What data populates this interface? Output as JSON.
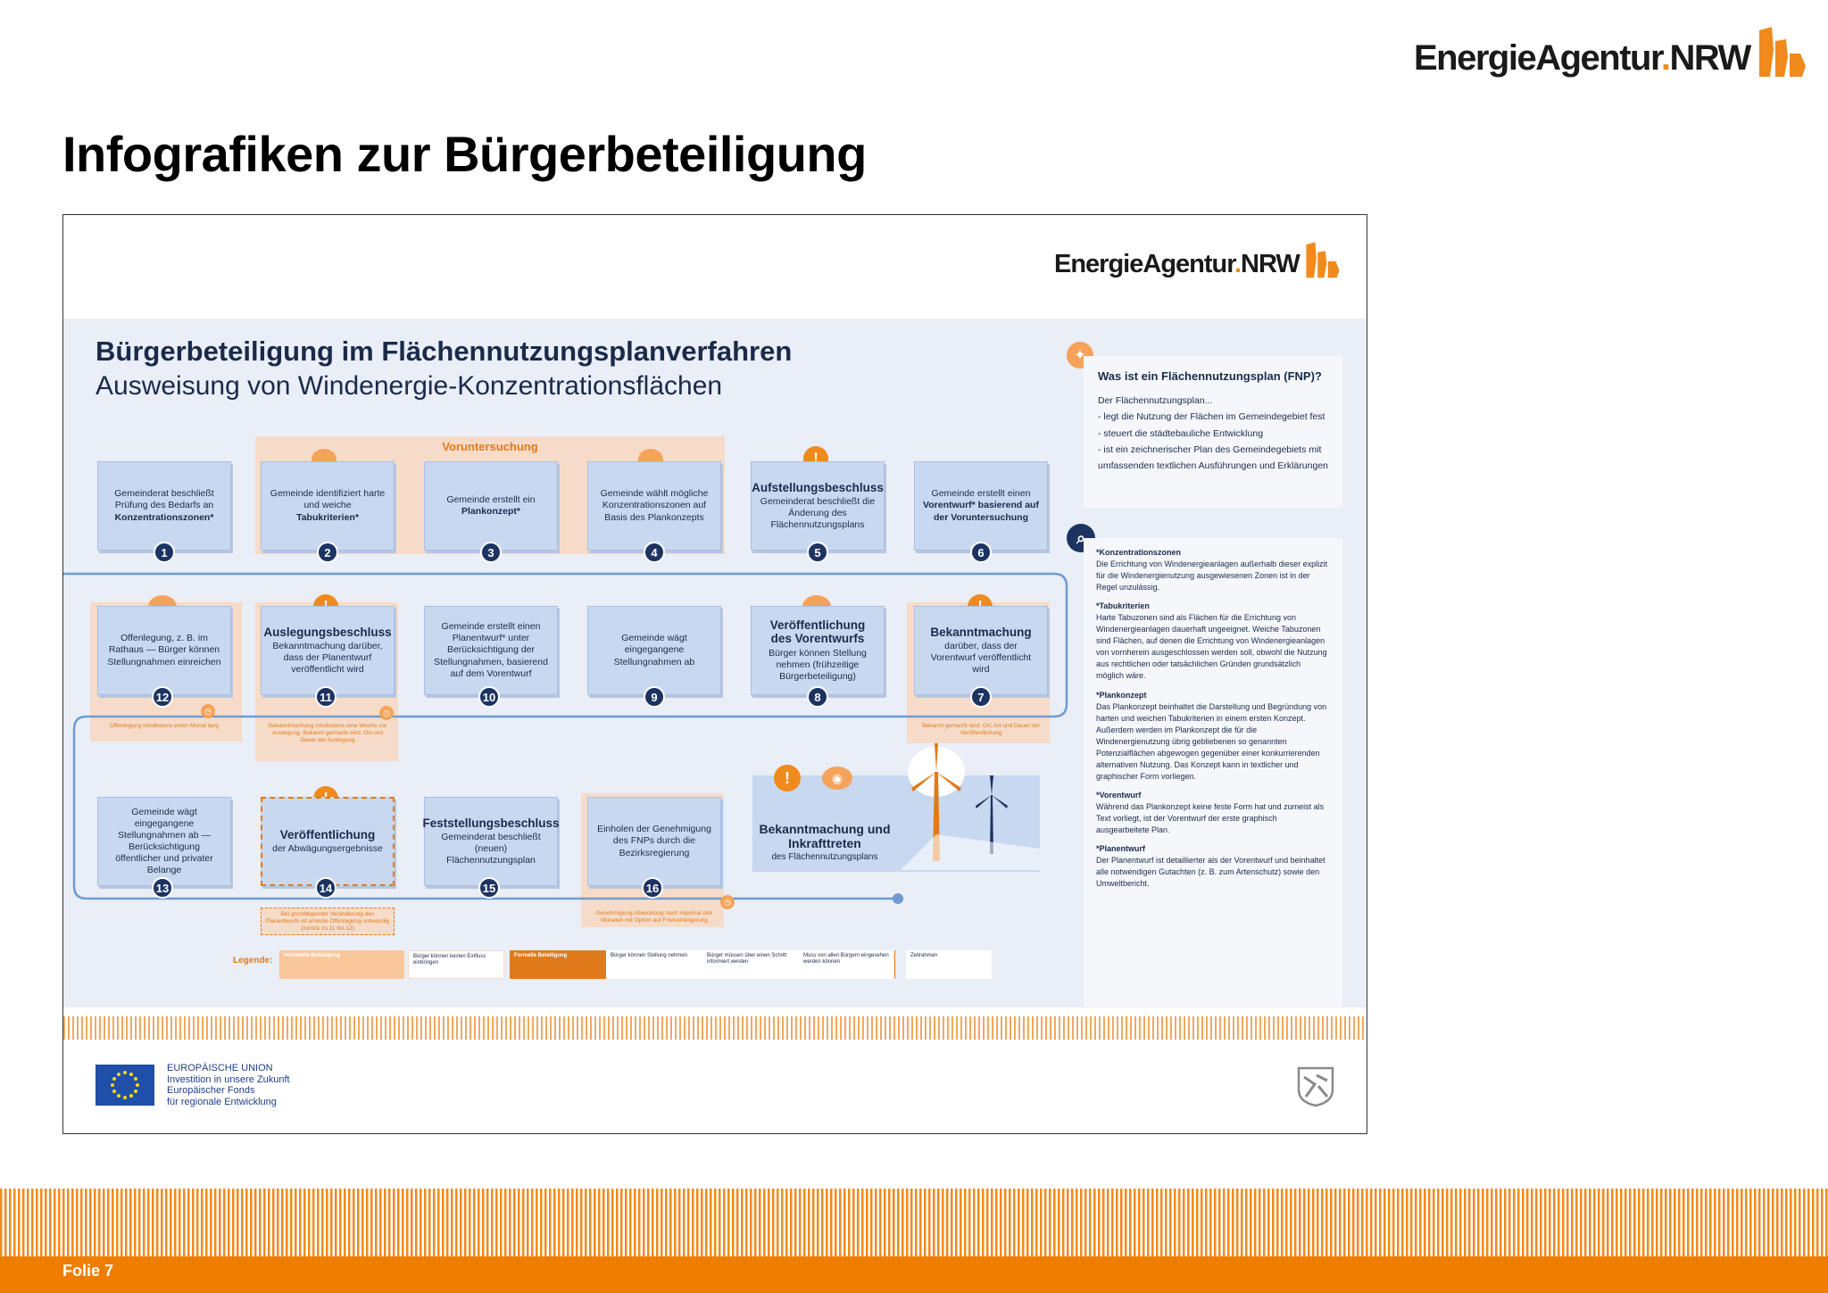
{
  "header": {
    "logo_word": "EnergieAgentur",
    "logo_suffix": "NRW",
    "slide_title": "Infografiken zur Bürgerbeteiligung"
  },
  "infographic": {
    "title": "Bürgerbeteiligung im Flächennutzungsplanverfahren",
    "subtitle": "Ausweisung von Windenergie-Konzentrationsflächen",
    "pre_label": "Voruntersuchung",
    "steps": [
      {
        "n": "1",
        "head": "",
        "text": "Gemeinderat beschließt Prüfung des Bedarfs an",
        "bold": "Konzentrationszonen*"
      },
      {
        "n": "2",
        "head": "",
        "text": "Gemeinde identifiziert harte und weiche",
        "bold": "Tabukriterien*"
      },
      {
        "n": "3",
        "head": "",
        "text": "Gemeinde erstellt ein",
        "bold": "Plankonzept*"
      },
      {
        "n": "4",
        "head": "",
        "text": "Gemeinde wählt mögliche Konzentrationszonen auf Basis des Plankonzepts",
        "bold": ""
      },
      {
        "n": "5",
        "head": "Aufstellungsbeschluss",
        "text": "Gemeinderat beschließt die Änderung des Flächennutzungsplans",
        "bold": ""
      },
      {
        "n": "6",
        "head": "",
        "text": "Gemeinde erstellt einen",
        "bold": "Vorentwurf* basierend auf der Voruntersuchung"
      },
      {
        "n": "7",
        "head": "Bekanntmachung",
        "text": "darüber, dass der Vorentwurf veröffentlicht wird",
        "bold": ""
      },
      {
        "n": "8",
        "head": "Veröffentlichung des Vorentwurfs",
        "text": "Bürger können Stellung nehmen (frühzeitige Bürgerbeteiligung)",
        "bold": ""
      },
      {
        "n": "9",
        "head": "",
        "text": "Gemeinde wägt eingegangene Stellungnahmen ab",
        "bold": ""
      },
      {
        "n": "10",
        "head": "",
        "text": "Gemeinde erstellt einen Planentwurf* unter Berücksichtigung der Stellungnahmen, basierend auf dem Vorentwurf",
        "bold": ""
      },
      {
        "n": "11",
        "head": "Auslegungsbeschluss",
        "text": "Bekanntmachung darüber, dass der Planentwurf veröffentlicht wird",
        "bold": ""
      },
      {
        "n": "12",
        "head": "",
        "text": "Offenlegung, z. B. im Rathaus — Bürger können Stellungnahmen einreichen",
        "bold": ""
      },
      {
        "n": "13",
        "head": "",
        "text": "Gemeinde wägt eingegangene Stellungnahmen ab — Berücksichtigung öffentlicher und privater Belange",
        "bold": ""
      },
      {
        "n": "14",
        "head": "Veröffentlichung",
        "text": "der Abwägungsergebnisse",
        "bold": ""
      },
      {
        "n": "15",
        "head": "Feststellungsbeschluss",
        "text": "Gemeinderat beschließt (neuen) Flächennutzungsplan",
        "bold": ""
      },
      {
        "n": "16",
        "head": "",
        "text": "Einholen der Genehmigung des FNPs durch die Bezirksregierung",
        "bold": ""
      }
    ],
    "notes": {
      "n12": "Offenlegung mindestens einen Monat lang",
      "n11": "Bekanntmachung mindestens eine Woche vor Auslegung. Bekannt gemacht wird: Ort und Dauer der Auslegung",
      "n7": "Bekannt gemacht wird: Ort, Art und Dauer der Veröffentlichung",
      "n14": "Bei grundlegender Veränderung des Planentwurfs ist erneute Offenlegung notwendig (zurück zu 11 bis 12)",
      "n16": "Genehmigung-Abwicklung nach maximal drei Monaten mit Option auf Fristverlängerung"
    },
    "final": {
      "head": "Bekanntmachung und Inkrafttreten",
      "sub": "des Flächennutzungsplans"
    },
    "legend": {
      "label": "Legende:",
      "items": [
        "Informelle Beteiligung",
        "Bürger können keinen Einfluss einbringen",
        "Formelle Beteiligung",
        "Bürger können Stellung nehmen",
        "Bürger müssen über einen Schritt informiert werden",
        "Muss von allen Bürgern eingesehen werden können",
        "Zeitrahmen"
      ]
    },
    "fnp_box": {
      "heading": "Was ist ein Flächennutzungsplan (FNP)?",
      "intro": "Der Flächennutzungsplan...",
      "items": [
        "legt die Nutzung der Flächen im Gemeindegebiet fest",
        "steuert die städtebauliche Entwicklung",
        "ist ein zeichnerischer Plan des Gemeindegebiets mit umfassenden textlichen Ausführungen und Erklärungen"
      ]
    },
    "glossary": [
      {
        "term": "*Konzentrationszonen",
        "text": "Die Errichtung von Windenergieanlagen außerhalb dieser explizit für die Windenergienutzung ausgewiesenen Zonen ist in der Regel unzulässig."
      },
      {
        "term": "*Tabukriterien",
        "text": "Harte Tabuzonen sind als Flächen für die Errichtung von Windenergieanlagen dauerhaft ungeeignet. Weiche Tabuzonen sind Flächen, auf denen die Errichtung von Windenergieanlagen von vornherein ausgeschlossen werden soll, obwohl die Nutzung aus rechtlichen oder tatsächlichen Gründen grundsätzlich möglich wäre."
      },
      {
        "term": "*Plankonzept",
        "text": "Das Plankonzept beinhaltet die Darstellung und Begründung von harten und weichen Tabukriterien in einem ersten Konzept. Außerdem werden im Plankonzept die für die Windenergienutzung übrig gebliebenen so genannten Potenzialflächen abgewogen gegenüber einer konkurrierenden alternativen Nutzung. Das Konzept kann in textlicher und graphischer Form vorliegen."
      },
      {
        "term": "*Vorentwurf",
        "text": "Während das Plankonzept keine feste Form hat und zumeist als Text vorliegt, ist der Vorentwurf der erste graphisch ausgearbeitete Plan."
      },
      {
        "term": "*Planentwurf",
        "text": "Der Planentwurf ist detaillierter als der Vorentwurf und beinhaltet alle notwendigen Gutachten (z. B. zum Artenschutz) sowie den Umweltbericht."
      }
    ],
    "eu": {
      "line1": "EUROPÄISCHE UNION",
      "line2": "Investition in unsere Zukunft",
      "line3": "Europäischer Fonds",
      "line4": "für regionale Entwicklung"
    }
  },
  "footer": {
    "folie": "Folie 7"
  },
  "colors": {
    "brand_orange": "#ef7d00",
    "navy": "#1d3361",
    "step_blue": "#c8d8f0"
  }
}
